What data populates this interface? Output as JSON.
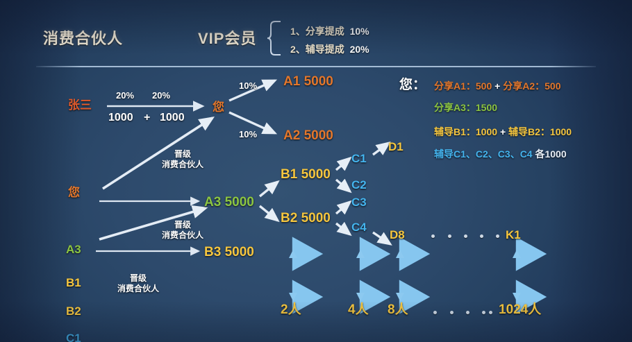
{
  "header": {
    "left_title": "消费合伙人",
    "center_title": "VIP会员",
    "rules": [
      {
        "index": "1、",
        "name": "分享提成",
        "value": "10%"
      },
      {
        "index": "2、",
        "name": "辅导提成",
        "value": "20%"
      }
    ]
  },
  "diagram": {
    "zhangsan": "张三",
    "you_top": "您",
    "you_mid": "您",
    "pct_left_1": "20%",
    "pct_left_2": "20%",
    "amount_1": "1000",
    "plus": "+",
    "amount_2": "1000",
    "pct_a1": "10%",
    "pct_a2": "10%",
    "a1": "A1 5000",
    "a2": "A2 5000",
    "a3_node": "A3 5000",
    "b1_node": "B1 5000",
    "b2_node": "B2 5000",
    "b3_node": "B3 5000",
    "c1": "C1",
    "c2": "C2",
    "c3": "C3",
    "c4": "C4",
    "d1": "D1",
    "d8": "D8",
    "k1": "K1",
    "left_column": [
      "A3",
      "B1",
      "B2",
      "C1"
    ],
    "upgrade_label_line1": "晋级",
    "upgrade_label_line2": "消费合伙人",
    "upgrade_count": 3
  },
  "legend": {
    "you_label": "您：",
    "rows": [
      {
        "id": "share-a",
        "left": "分享A1：500",
        "plus": "+",
        "right": "分享A2：500"
      },
      {
        "id": "share-a3",
        "left": "分享A3：1500",
        "plus": "",
        "right": ""
      },
      {
        "id": "coach-b",
        "left": "辅导B1：1000",
        "plus": "+",
        "right": "辅导B2：1000"
      },
      {
        "id": "coach-c",
        "left": "辅导C1、C2、C3、C4 ",
        "plus": "",
        "right": "各1000"
      }
    ]
  },
  "counts": [
    {
      "id": "count-2",
      "label": "2人"
    },
    {
      "id": "count-4",
      "label": "4人"
    },
    {
      "id": "count-8",
      "label": "8人"
    },
    {
      "id": "count-1024",
      "label": "1024人"
    }
  ]
}
